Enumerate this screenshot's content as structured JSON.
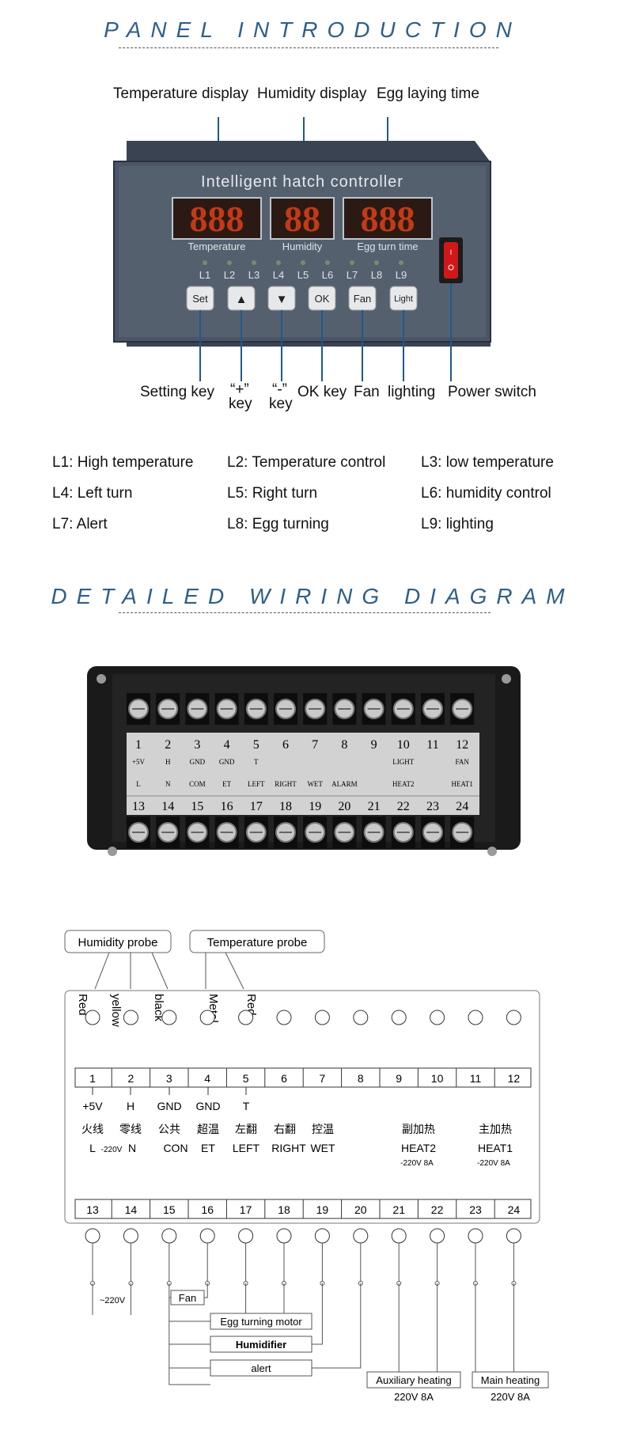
{
  "panel": {
    "title": "PANEL INTRODUCTION",
    "top_labels": [
      "Temperature display",
      "Humidity display",
      "Egg laying time"
    ],
    "device_title": "Intelligent hatch controller",
    "displays": [
      {
        "digits": "888",
        "caption": "Temperature"
      },
      {
        "digits": "88",
        "caption": "Humidity"
      },
      {
        "digits": "888",
        "caption": "Egg turn time"
      }
    ],
    "leds": [
      "L1",
      "L2",
      "L3",
      "L4",
      "L5",
      "L6",
      "L7",
      "L8",
      "L9"
    ],
    "keys": [
      "Set",
      "▲",
      "▼",
      "OK",
      "Fan",
      "Light"
    ],
    "bottom_labels": {
      "setting": "Setting key",
      "plus": "“+”",
      "plus_sub": "key",
      "minus": "“-”",
      "minus_sub": "key",
      "ok": "OK key",
      "fan": "Fan",
      "lighting": "lighting",
      "power": "Power switch"
    }
  },
  "legend": [
    "L1: High temperature",
    "L2: Temperature control",
    "L3: low temperature",
    "L4: Left turn",
    "L5: Right turn",
    "L6: humidity control",
    "L7: Alert",
    "L8: Egg turning",
    "L9: lighting"
  ],
  "wiring": {
    "title": "DETAILED WIRING DIAGRAM",
    "top_numbers": [
      "1",
      "2",
      "3",
      "4",
      "5",
      "6",
      "7",
      "8",
      "9",
      "10",
      "11",
      "12"
    ],
    "bottom_numbers": [
      "13",
      "14",
      "15",
      "16",
      "17",
      "18",
      "19",
      "20",
      "21",
      "22",
      "23",
      "24"
    ],
    "photo_top_signals": [
      "+5V",
      "H",
      "GND",
      "GND",
      "T",
      "",
      "",
      "",
      "",
      "LIGHT",
      "",
      "FAN"
    ],
    "photo_bottom_signals": [
      "L",
      "N",
      "COM",
      "ET",
      "LEFT",
      "RIGHT",
      "WET",
      "ALARM",
      "",
      "HEAT2",
      "",
      "HEAT1"
    ]
  },
  "schematic": {
    "humidity_probe": "Humidity probe",
    "temperature_probe": "Temperature probe",
    "wire_colors": [
      "Red",
      "yellow",
      "black",
      "Metal",
      "Red"
    ],
    "top_signals": [
      "+5V",
      "H",
      "GND",
      "GND",
      "T"
    ],
    "chinese_labels": [
      "火线",
      "零线",
      "公共",
      "超温",
      "左翻",
      "右翻",
      "控温",
      "副加热",
      "主加热"
    ],
    "bottom_signals": [
      "L",
      "N",
      "CON",
      "ET",
      "LEFT",
      "RIGHT",
      "WET",
      "HEAT2",
      "HEAT1"
    ],
    "voltage_small": [
      "-220V",
      "-220V 8A",
      "-220V 8A"
    ],
    "ac_label": "~220V",
    "fan": "Fan",
    "egg_motor": "Egg turning motor",
    "humidifier": "Humidifier",
    "alert": "alert",
    "aux_heating": "Auxiliary heating",
    "main_heating": "Main heating",
    "rating_aux": "220V  8A",
    "rating_main": "220V  8A"
  },
  "colors": {
    "title_blue": "#2f5f8a",
    "led_digits": "#c23a16",
    "panel_face": "#3f4a5c"
  }
}
